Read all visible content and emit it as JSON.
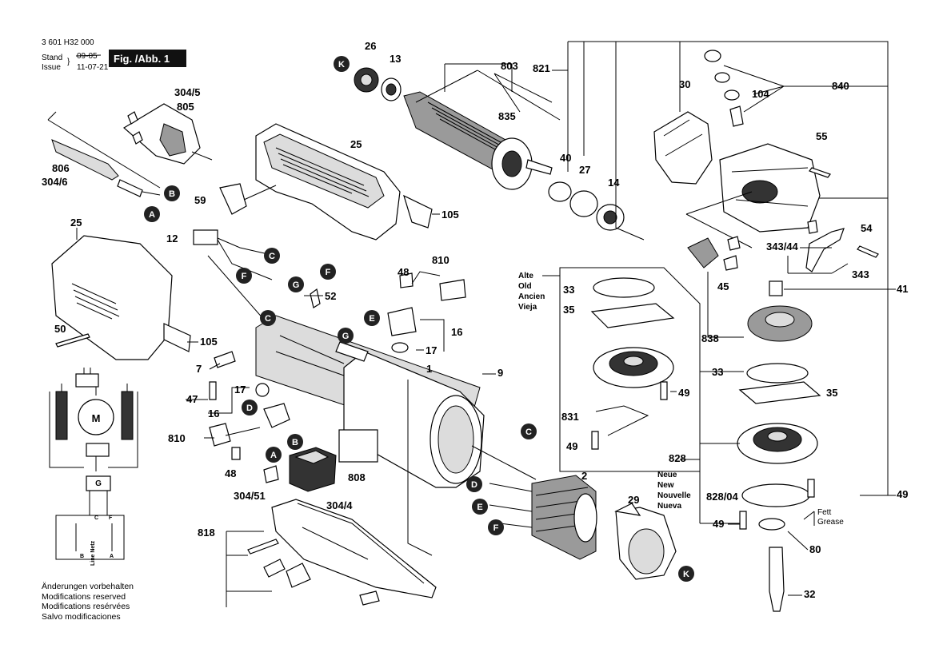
{
  "header": {
    "doc_number": "3 601 H32 000",
    "stand_label": "Stand",
    "issue_label": "Issue",
    "old_date": "09-05",
    "new_date": "11-07-21",
    "figure_label": "Fig. /Abb. 1"
  },
  "parts": {
    "p26": "26",
    "p13": "13",
    "p803": "803",
    "p821": "821",
    "p30": "30",
    "p840": "840",
    "p104": "104",
    "p835": "835",
    "p304_5": "304/5",
    "p805": "805",
    "p25a": "25",
    "p55": "55",
    "p40": "40",
    "p27": "27",
    "p14": "14",
    "p806": "806",
    "p304_6": "304/6",
    "p59": "59",
    "p105a": "105",
    "p25b": "25",
    "p12": "12",
    "p54": "54",
    "p343_44": "343/44",
    "p343": "343",
    "p48a": "48",
    "p810a": "810",
    "p52": "52",
    "p45": "45",
    "p41": "41",
    "p33a": "33",
    "p35a": "35",
    "p16a": "16",
    "p17a": "17",
    "p50": "50",
    "p105b": "105",
    "p838": "838",
    "p9": "9",
    "p1": "1",
    "p7": "7",
    "p47": "47",
    "p17b": "17",
    "p16b": "16",
    "p49a": "49",
    "p33b": "33",
    "p35b": "35",
    "p831": "831",
    "p49b": "49",
    "p810b": "810",
    "p48b": "48",
    "p808": "808",
    "p304_51": "304/51",
    "p304_4": "304/4",
    "p2": "2",
    "p828": "828",
    "p828_04": "828/04",
    "p49c": "49",
    "p49d": "49",
    "p29": "29",
    "p818": "818",
    "p80": "80",
    "p32": "32"
  },
  "variant_labels": {
    "old": [
      "Alte",
      "Old",
      "Ancien",
      "Vieja"
    ],
    "new": [
      "Neue",
      "New",
      "Nouvelle",
      "Nueva"
    ]
  },
  "grease_label": [
    "Fett",
    "Grease"
  ],
  "connectors": {
    "A": "A",
    "B": "B",
    "C": "C",
    "D": "D",
    "E": "E",
    "F": "F",
    "G": "G",
    "K": "K"
  },
  "wiring": {
    "motor": "M",
    "switch": "G",
    "term_c": "C",
    "term_f": "F",
    "term_b": "B",
    "term_a": "A",
    "line_net": "Line Netz"
  },
  "notes": [
    "Änderungen vorbehalten",
    "Modifications reserved",
    "Modifications resérvées",
    "Salvo modificaciones"
  ]
}
